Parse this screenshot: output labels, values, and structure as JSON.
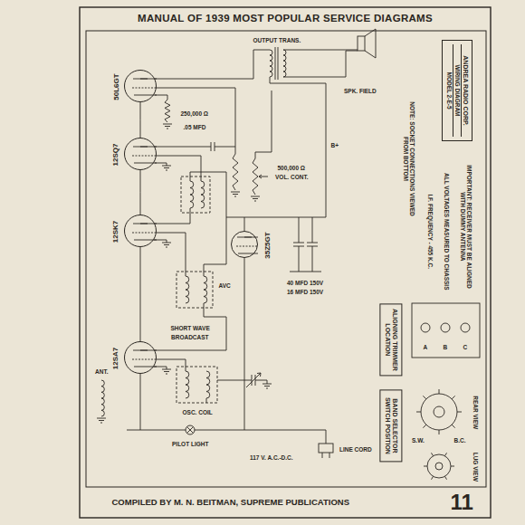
{
  "diagram": {
    "title": "MANUAL OF 1939 MOST POPULAR SERVICE DIAGRAMS",
    "nodes": [
      {
        "text": [
          "50L6GT"
        ]
      },
      {
        "text": [
          "12SQ7"
        ]
      },
      {
        "text": [
          "12SK7"
        ]
      },
      {
        "text": [
          "35Z5GT"
        ]
      },
      {
        "text": [
          "12SA7"
        ]
      },
      {
        "text": [
          "ANDREA RADIO CORP.",
          "WIRING DIAGRAM",
          "MODEL 2-E-5"
        ]
      },
      {
        "text": [
          "ALIGNING TRIMMER LOCATION"
        ]
      },
      {
        "text": [
          "BAND SELECTOR SWITCH POSITION"
        ]
      }
    ],
    "edges": [
      {
        "from": 4,
        "to": 2,
        "arrow": "none"
      },
      {
        "from": 2,
        "to": 1,
        "arrow": "none"
      },
      {
        "from": 1,
        "to": 0,
        "arrow": "none"
      }
    ],
    "labels": [
      "I.F. FREQUENCY - 455 K.C.",
      "NOTE: SOCKET CONNECTIONS VIEWED FROM BOTTOM",
      "ALL VOLTAGES MEASURED TO CHASSIS",
      "IMPORTANT: RECEIVER MUST BE ALIGNED WITH DUMMY ANTENNA",
      "A",
      "B",
      "C",
      "REAR VIEW",
      "S.W.",
      "B.C.",
      "LUG VIEW",
      "OUTPUT TRANS.",
      "SPK. FIELD",
      "250,000 Ω",
      ".05 MFD",
      "500,000 Ω",
      "VOL. CONT.",
      "B+",
      "AVC",
      "40 MFD 150V",
      "16 MFD 150V",
      "SHORT WAVE",
      "BROADCAST",
      "OSC. COIL",
      "ANT.",
      "PILOT LIGHT",
      "117 V. A.C.-D.C.",
      "LINE CORD",
      "COMPILED BY M. N. BEITMAN, SUPREME PUBLICATIONS",
      "11"
    ]
  }
}
